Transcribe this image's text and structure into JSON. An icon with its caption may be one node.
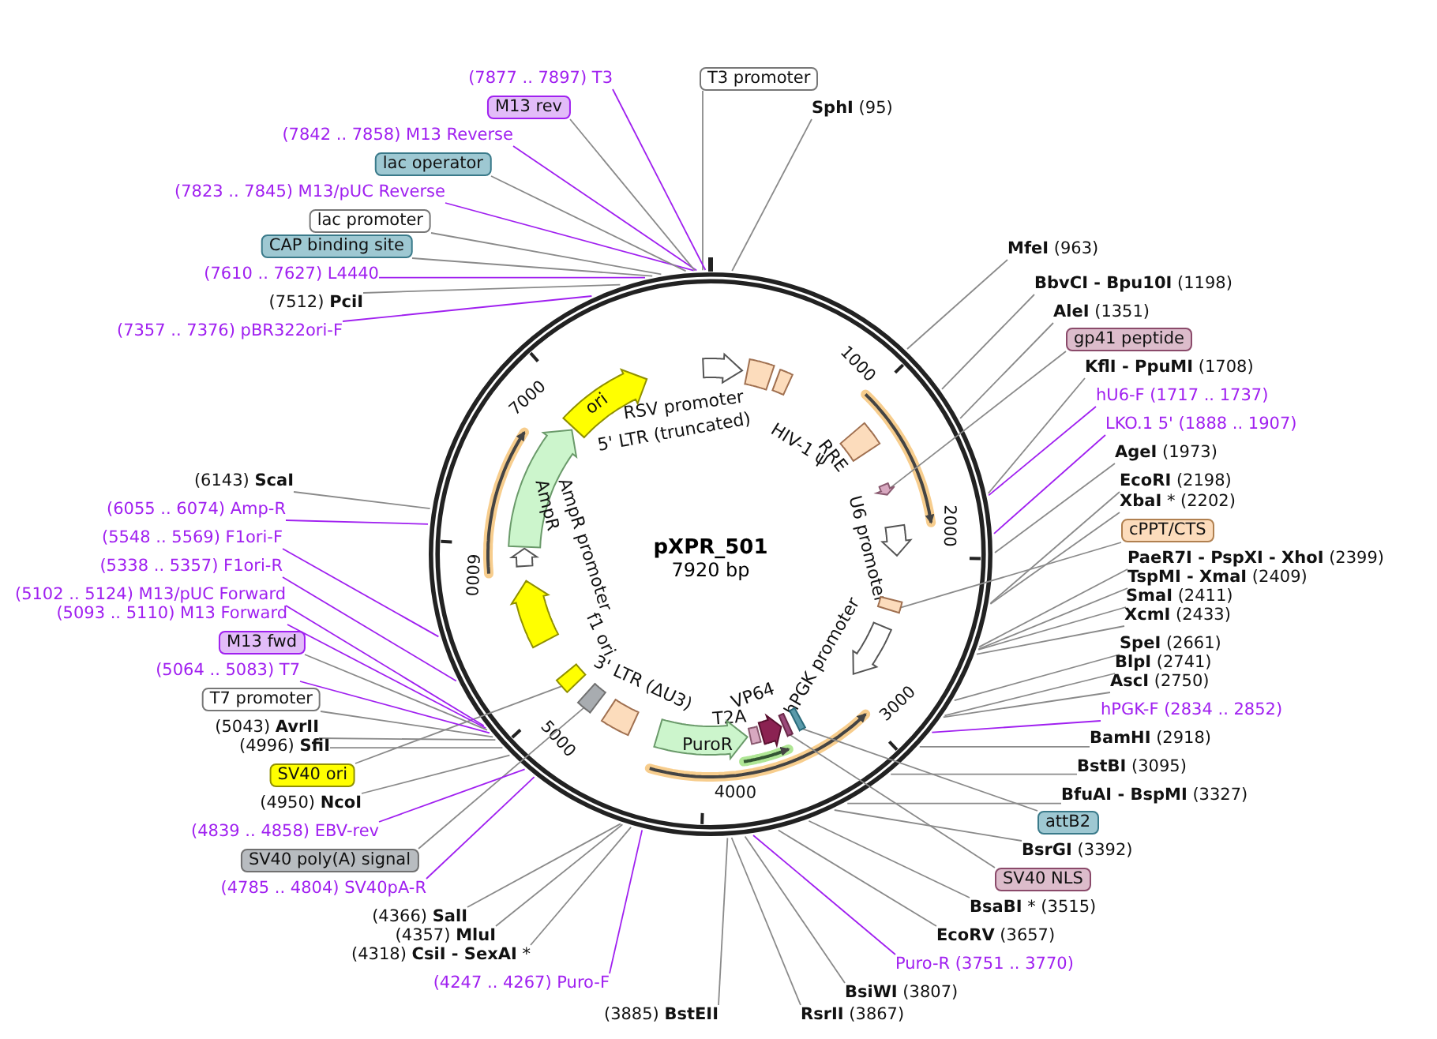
{
  "diagram": {
    "title": "pXPR_501",
    "nodes": [
      {
        "text": [
          "T3 promoter"
        ]
      },
      {
        "text": [
          "**SphI** (95)"
        ]
      },
      {
        "text": [
          "**MfeI** (963)"
        ]
      },
      {
        "text": [
          "**BbvCI - Bpu10I** (1198)"
        ]
      },
      {
        "text": [
          "**AleI** (1351)"
        ]
      },
      {
        "text": [
          "gp41 peptide"
        ]
      },
      {
        "text": [
          "**KflI - PpuMI** (1708)"
        ]
      },
      {
        "text": [
          "hU6-F (1717 .. 1737)"
        ]
      },
      {
        "text": [
          "LKO.1 5' (1888 .. 1907)"
        ]
      },
      {
        "text": [
          "**AgeI** (1973)"
        ]
      },
      {
        "text": [
          "**EcoRI** (2198)"
        ]
      },
      {
        "text": [
          "**XbaI** * (2202)"
        ]
      },
      {
        "text": [
          "cPPT/CTS"
        ]
      },
      {
        "text": [
          "**PaeR7I - PspXI - XhoI** (2399)"
        ]
      },
      {
        "text": [
          "**TspMI - XmaI** (2409)"
        ]
      },
      {
        "text": [
          "**SmaI** (2411)"
        ]
      },
      {
        "text": [
          "**XcmI** (2433)"
        ]
      },
      {
        "text": [
          "**SpeI** (2661)"
        ]
      },
      {
        "text": [
          "**BlpI** (2741)"
        ]
      },
      {
        "text": [
          "**AscI** (2750)"
        ]
      },
      {
        "text": [
          "hPGK-F (2834 .. 2852)"
        ]
      },
      {
        "text": [
          "**BamHI** (2918)"
        ]
      },
      {
        "text": [
          "**BstBI** (3095)"
        ]
      },
      {
        "text": [
          "**BfuAI - BspMI** (3327)"
        ]
      },
      {
        "text": [
          "attB2"
        ]
      },
      {
        "text": [
          "**BsrGI** (3392)"
        ]
      },
      {
        "text": [
          "SV40 NLS"
        ]
      },
      {
        "text": [
          "**BsaBI** * (3515)"
        ]
      },
      {
        "text": [
          "**EcoRV** (3657)"
        ]
      },
      {
        "text": [
          "Puro-R (3751 .. 3770)"
        ]
      },
      {
        "text": [
          "**BsiWI** (3807)"
        ]
      },
      {
        "text": [
          "**RsrII** (3867)"
        ]
      },
      {
        "text": [
          "(3885) **BstEII**"
        ]
      },
      {
        "text": [
          "(4247 .. 4267) Puro-F"
        ]
      },
      {
        "text": [
          "(4318) **CsiI - SexAI** *"
        ]
      },
      {
        "text": [
          "(4357) **MluI**"
        ]
      },
      {
        "text": [
          "(4366) **SalI**"
        ]
      },
      {
        "text": [
          "(4785 .. 4804) SV40pA-R"
        ]
      },
      {
        "text": [
          "SV40 poly(A) signal"
        ]
      },
      {
        "text": [
          "(4839 .. 4858) EBV-rev"
        ]
      },
      {
        "text": [
          "(4950) **NcoI**"
        ]
      },
      {
        "text": [
          "SV40 ori"
        ]
      },
      {
        "text": [
          "(4996) **SfiI**"
        ]
      },
      {
        "text": [
          "(5043) **AvrII**"
        ]
      },
      {
        "text": [
          "T7 promoter"
        ]
      },
      {
        "text": [
          "(5064 .. 5083) T7"
        ]
      },
      {
        "text": [
          "M13 fwd"
        ]
      },
      {
        "text": [
          "(5093 .. 5110) M13 Forward"
        ]
      },
      {
        "text": [
          "(5102 .. 5124) M13/pUC Forward"
        ]
      },
      {
        "text": [
          "(5338 .. 5357) F1ori-R"
        ]
      },
      {
        "text": [
          "(5548 .. 5569) F1ori-F"
        ]
      },
      {
        "text": [
          "(6055 .. 6074) Amp-R"
        ]
      },
      {
        "text": [
          "(6143) **ScaI**"
        ]
      },
      {
        "text": [
          "(7357 .. 7376) pBR322ori-F"
        ]
      },
      {
        "text": [
          "(7512) **PciI**"
        ]
      },
      {
        "text": [
          "(7610 .. 7627) L4440"
        ]
      },
      {
        "text": [
          "CAP binding site"
        ]
      },
      {
        "text": [
          "lac promoter"
        ]
      },
      {
        "text": [
          "(7823 .. 7845) M13/pUC Reverse"
        ]
      },
      {
        "text": [
          "lac operator"
        ]
      },
      {
        "text": [
          "(7842 .. 7858) M13 Reverse"
        ]
      },
      {
        "text": [
          "M13 rev"
        ]
      },
      {
        "text": [
          "(7877 .. 7897) T3"
        ]
      },
      {
        "text": [
          "RSV promoter"
        ]
      },
      {
        "text": [
          "5' LTR (truncated)"
        ]
      },
      {
        "text": [
          "HIV-1 ψ"
        ]
      },
      {
        "text": [
          "RRE"
        ]
      },
      {
        "text": [
          "U6 promoter"
        ]
      },
      {
        "text": [
          "hPGK promoter"
        ]
      },
      {
        "text": [
          "VP64"
        ]
      },
      {
        "text": [
          "T2A"
        ]
      },
      {
        "text": [
          "PuroR"
        ]
      },
      {
        "text": [
          "3' LTR (ΔU3)"
        ]
      },
      {
        "text": [
          "f1 ori"
        ]
      },
      {
        "text": [
          "AmpR promoter"
        ]
      },
      {
        "text": [
          "AmpR"
        ]
      },
      {
        "text": [
          "ori"
        ]
      },
      {
        "text": [],
        "shape": "arrow"
      },
      {
        "text": [],
        "shape": "box"
      },
      {
        "text": [],
        "shape": "box"
      },
      {
        "text": [],
        "shape": "box"
      },
      {
        "text": [],
        "shape": "box"
      },
      {
        "text": [],
        "shape": "box"
      }
    ],
    "edges": [
      {
        "from": 0,
        "to": null,
        "arrow": "none"
      },
      {
        "from": 1,
        "to": null,
        "arrow": "none"
      },
      {
        "from": 2,
        "to": null,
        "arrow": "none"
      },
      {
        "from": 3,
        "to": null,
        "arrow": "none"
      },
      {
        "from": 4,
        "to": null,
        "arrow": "none"
      },
      {
        "from": 5,
        "to": 77,
        "arrow": "none"
      },
      {
        "from": 6,
        "to": null,
        "arrow": "none"
      },
      {
        "from": 7,
        "to": null,
        "arrow": "none",
        "color": "#a020f0"
      },
      {
        "from": 8,
        "to": null,
        "arrow": "none",
        "color": "#a020f0"
      },
      {
        "from": 9,
        "to": null,
        "arrow": "none"
      },
      {
        "from": 10,
        "to": null,
        "arrow": "none"
      },
      {
        "from": 11,
        "to": null,
        "arrow": "none"
      },
      {
        "from": 12,
        "to": 78,
        "arrow": "none"
      },
      {
        "from": 13,
        "to": null,
        "arrow": "none"
      },
      {
        "from": 14,
        "to": null,
        "arrow": "none"
      },
      {
        "from": 15,
        "to": null,
        "arrow": "none"
      },
      {
        "from": 16,
        "to": null,
        "arrow": "none"
      },
      {
        "from": 17,
        "to": null,
        "arrow": "none"
      },
      {
        "from": 18,
        "to": null,
        "arrow": "none"
      },
      {
        "from": 19,
        "to": null,
        "arrow": "none"
      },
      {
        "from": 20,
        "to": null,
        "arrow": "none",
        "color": "#a020f0"
      },
      {
        "from": 21,
        "to": null,
        "arrow": "none"
      },
      {
        "from": 22,
        "to": null,
        "arrow": "none"
      },
      {
        "from": 23,
        "to": null,
        "arrow": "none"
      },
      {
        "from": 24,
        "to": 79,
        "arrow": "none"
      },
      {
        "from": 25,
        "to": null,
        "arrow": "none"
      },
      {
        "from": 26,
        "to": 80,
        "arrow": "none"
      },
      {
        "from": 27,
        "to": null,
        "arrow": "none"
      },
      {
        "from": 28,
        "to": null,
        "arrow": "none"
      },
      {
        "from": 29,
        "to": null,
        "arrow": "none",
        "color": "#a020f0"
      },
      {
        "from": 30,
        "to": null,
        "arrow": "none"
      },
      {
        "from": 31,
        "to": null,
        "arrow": "none"
      },
      {
        "from": 32,
        "to": null,
        "arrow": "none"
      },
      {
        "from": 33,
        "to": null,
        "arrow": "none",
        "color": "#a020f0"
      },
      {
        "from": 34,
        "to": null,
        "arrow": "none"
      },
      {
        "from": 35,
        "to": null,
        "arrow": "none"
      },
      {
        "from": 36,
        "to": null,
        "arrow": "none"
      },
      {
        "from": 37,
        "to": null,
        "arrow": "none",
        "color": "#a020f0"
      },
      {
        "from": 38,
        "to": 81,
        "arrow": "none"
      },
      {
        "from": 39,
        "to": null,
        "arrow": "none",
        "color": "#a020f0"
      },
      {
        "from": 40,
        "to": null,
        "arrow": "none"
      },
      {
        "from": 41,
        "to": 82,
        "arrow": "none"
      },
      {
        "from": 42,
        "to": null,
        "arrow": "none"
      },
      {
        "from": 43,
        "to": null,
        "arrow": "none"
      },
      {
        "from": 44,
        "to": null,
        "arrow": "none"
      },
      {
        "from": 45,
        "to": null,
        "arrow": "none",
        "color": "#a020f0"
      },
      {
        "from": 46,
        "to": null,
        "arrow": "none"
      },
      {
        "from": 47,
        "to": null,
        "arrow": "none",
        "color": "#a020f0"
      },
      {
        "from": 48,
        "to": null,
        "arrow": "none",
        "color": "#a020f0"
      },
      {
        "from": 49,
        "to": null,
        "arrow": "none",
        "color": "#a020f0"
      },
      {
        "from": 50,
        "to": null,
        "arrow": "none",
        "color": "#a020f0"
      },
      {
        "from": 51,
        "to": null,
        "arrow": "none",
        "color": "#a020f0"
      },
      {
        "from": 52,
        "to": null,
        "arrow": "none"
      },
      {
        "from": 53,
        "to": null,
        "arrow": "none",
        "color": "#a020f0"
      },
      {
        "from": 54,
        "to": null,
        "arrow": "none"
      },
      {
        "from": 55,
        "to": null,
        "arrow": "none",
        "color": "#a020f0"
      },
      {
        "from": 56,
        "to": null,
        "arrow": "none"
      },
      {
        "from": 57,
        "to": null,
        "arrow": "none"
      },
      {
        "from": 58,
        "to": null,
        "arrow": "none",
        "color": "#a020f0"
      },
      {
        "from": 59,
        "to": null,
        "arrow": "none"
      },
      {
        "from": 60,
        "to": null,
        "arrow": "none",
        "color": "#a020f0"
      },
      {
        "from": 61,
        "to": null,
        "arrow": "none"
      },
      {
        "from": 62,
        "to": null,
        "arrow": "none",
        "color": "#a020f0"
      }
    ],
    "labels": [
      "7920 bp",
      "1000",
      "2000",
      "3000",
      "4000",
      "5000",
      "6000",
      "7000"
    ]
  }
}
